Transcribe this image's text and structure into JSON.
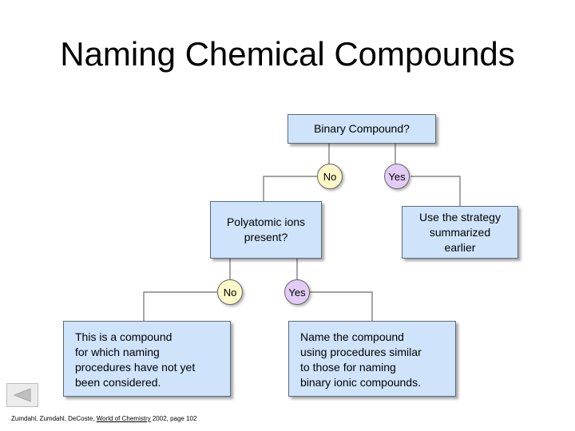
{
  "slide": {
    "title": "Naming Chemical Compounds"
  },
  "diagram": {
    "root": "Binary Compound?",
    "root_no": "No",
    "root_yes": "Yes",
    "yes_result": "Use the strategy\nsummarized\nearlier",
    "poly_question": "Polyatomic ions\npresent?",
    "poly_no": "No",
    "poly_yes": "Yes",
    "poly_no_result": "This is a compound\nfor which naming\nprocedures have not yet\nbeen considered.",
    "poly_yes_result": "Name the compound\nusing procedures similar\nto those for naming\nbinary ionic compounds."
  },
  "citation": {
    "authors": "Zumdahl, Zumdahl, DeCoste,",
    "book": "World of Chemistry",
    "details": "2002, page 102"
  },
  "nav": {
    "back_icon": "triangle-left-icon"
  }
}
